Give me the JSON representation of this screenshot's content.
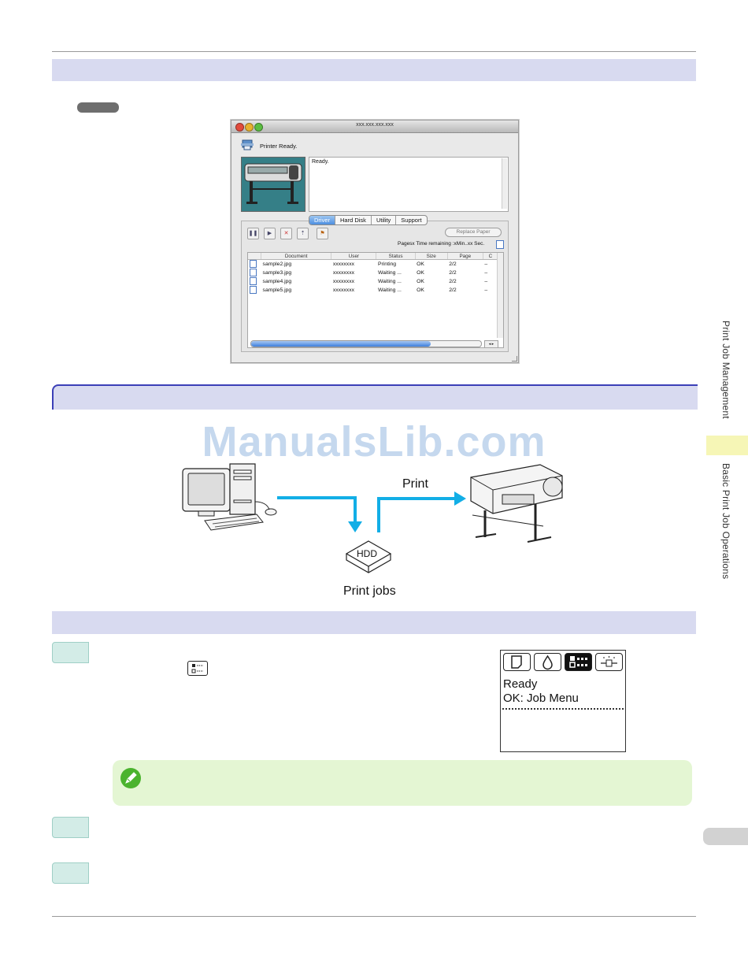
{
  "side": {
    "tab_upper": "Print Job Management",
    "tab_lower": "Basic Print Job Operations"
  },
  "window": {
    "title": "xxx.xxx.xxx.xxx",
    "status": "Printer Ready.",
    "message": "Ready.",
    "tabs": [
      "Driver",
      "Hard Disk",
      "Utility",
      "Support"
    ],
    "active_tab": "Driver",
    "replace_paper_button": "Replace Paper",
    "remaining_text": "Pagesx Time remaining :xMin..xx Sec.",
    "columns": [
      "Document",
      "User",
      "Status",
      "Size",
      "Page",
      "C"
    ],
    "jobs": [
      {
        "document": "sample2.jpg",
        "user": "xxxxxxxx",
        "status": "Printing",
        "size": "OK",
        "page": "2/2",
        "c": "–"
      },
      {
        "document": "sample3.jpg",
        "user": "xxxxxxxx",
        "status": "Waiting ...",
        "size": "OK",
        "page": "2/2",
        "c": "–"
      },
      {
        "document": "sample4.jpg",
        "user": "xxxxxxxx",
        "status": "Waiting ...",
        "size": "OK",
        "page": "2/2",
        "c": "–"
      },
      {
        "document": "sample5.jpg",
        "user": "xxxxxxxx",
        "status": "Waiting ...",
        "size": "OK",
        "page": "2/2",
        "c": "–"
      }
    ]
  },
  "diagram": {
    "watermark": "ManualsLib.com",
    "print_label": "Print",
    "hdd_label": "HDD",
    "jobs_label": "Print jobs",
    "arrow_color": "#12aee6"
  },
  "lcd": {
    "line1": "Ready",
    "line2": "OK: Job Menu"
  },
  "colors": {
    "section_band": "#d8daf0",
    "section_border": "#3b3fb7",
    "step_box": "#d3ece7",
    "note_bg": "#e4f6d3",
    "side_tab": "#f6f6b6"
  }
}
